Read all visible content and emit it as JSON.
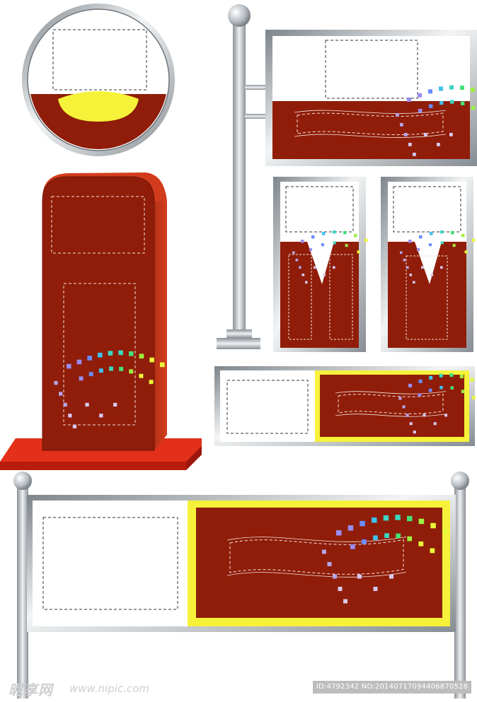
{
  "colors": {
    "brand_red": "#8f1d09",
    "accent_yellow": "#f6f23a",
    "platform_red": "#e2301a",
    "metal": "#b8bec3",
    "background": "#ffffff"
  },
  "watermark": {
    "logo_text": "昵享网",
    "url_text": "www.nipic.com",
    "id_text": "ID:4792342 NO:20140717094406870528"
  },
  "palette": [
    "#9a8cf0",
    "#6a8cff",
    "#3fc0f0",
    "#3dd6c0",
    "#44e07a",
    "#9ef040",
    "#eaf83a"
  ]
}
